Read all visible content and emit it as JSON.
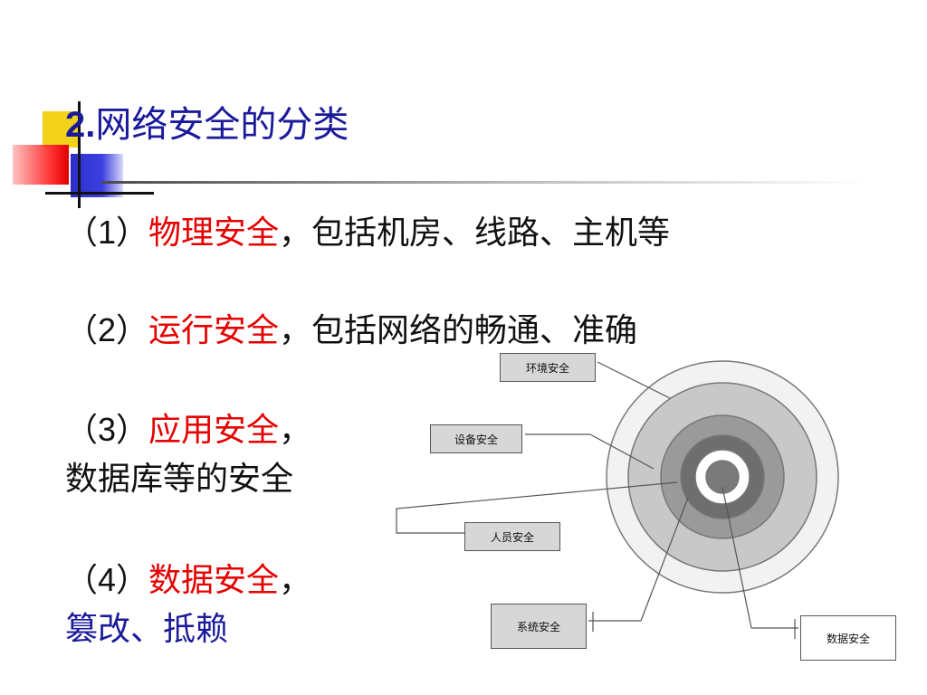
{
  "title": {
    "number": "2.",
    "text": "网络安全的分类"
  },
  "items": [
    {
      "prefix": "（1）",
      "keyword": "物理安全",
      "suffix": "，包括机房、线路、主机等"
    },
    {
      "prefix": "（2）",
      "keyword": "运行安全",
      "suffix": "，包括网络的畅通、准确"
    },
    {
      "prefix": "（3）",
      "keyword": "应用安全",
      "suffix": "，",
      "continuation": "数据库等的安全"
    },
    {
      "prefix": "（4）",
      "keyword": "数据安全",
      "suffix": "，",
      "continuation": "篡改、抵赖"
    }
  ],
  "diagram": {
    "labels": {
      "environment": "环境安全",
      "device": "设备安全",
      "personnel": "人员安全",
      "system": "系统安全",
      "data": "数据安全"
    },
    "ring_colors": [
      "#f2f2f2",
      "#c8c8c8",
      "#9a9a9a",
      "#6e6e6e",
      "#ffffff",
      "#7a7a7a"
    ]
  },
  "colors": {
    "title": "#1a1a9a",
    "keyword": "#e60000",
    "body": "#111111"
  }
}
